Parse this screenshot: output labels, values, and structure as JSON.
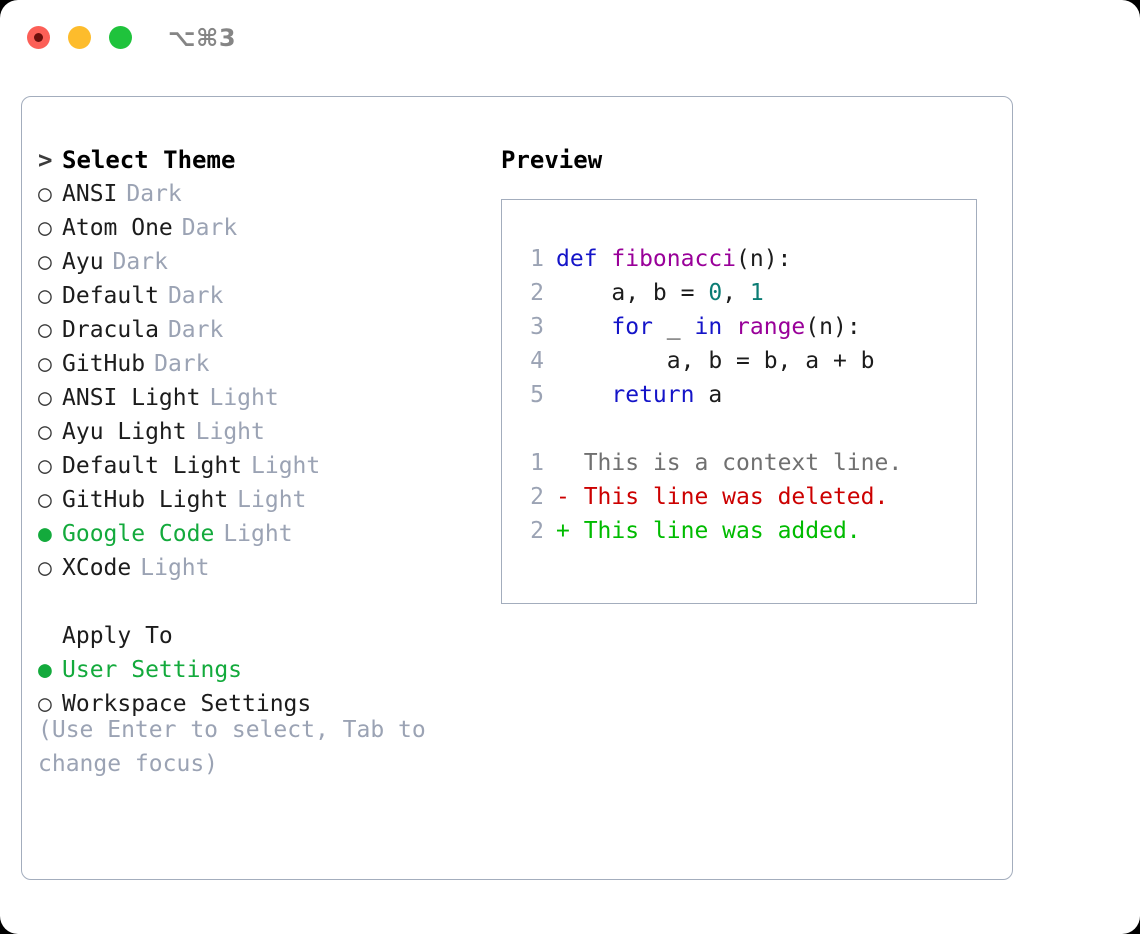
{
  "titlebar": {
    "shortcut": "⌥⌘3",
    "buttons": {
      "close": "close",
      "minimize": "minimize",
      "maximize": "maximize"
    }
  },
  "theme_picker": {
    "heading_prefix": ">",
    "heading": "Select Theme",
    "bullet_unselected": "○",
    "bullet_selected": "●",
    "items": [
      {
        "bullet": "○",
        "label": "ANSI",
        "variant": "Dark",
        "selected": false
      },
      {
        "bullet": "○",
        "label": "Atom One",
        "variant": "Dark",
        "selected": false
      },
      {
        "bullet": "○",
        "label": "Ayu",
        "variant": "Dark",
        "selected": false
      },
      {
        "bullet": "○",
        "label": "Default",
        "variant": "Dark",
        "selected": false
      },
      {
        "bullet": "○",
        "label": "Dracula",
        "variant": "Dark",
        "selected": false
      },
      {
        "bullet": "○",
        "label": "GitHub",
        "variant": "Dark",
        "selected": false
      },
      {
        "bullet": "○",
        "label": "ANSI Light",
        "variant": "Light",
        "selected": false
      },
      {
        "bullet": "○",
        "label": "Ayu Light",
        "variant": "Light",
        "selected": false
      },
      {
        "bullet": "○",
        "label": "Default Light",
        "variant": "Light",
        "selected": false
      },
      {
        "bullet": "○",
        "label": "GitHub Light",
        "variant": "Light",
        "selected": false
      },
      {
        "bullet": "●",
        "label": "Google Code",
        "variant": "Light",
        "selected": true
      },
      {
        "bullet": "○",
        "label": "XCode",
        "variant": "Light",
        "selected": false
      }
    ]
  },
  "apply_to": {
    "heading": "Apply To",
    "options": [
      {
        "bullet": "●",
        "label": "User Settings",
        "selected": true
      },
      {
        "bullet": "○",
        "label": "Workspace Settings",
        "selected": false
      }
    ]
  },
  "hint": "(Use Enter to select, Tab to change focus)",
  "preview": {
    "title": "Preview",
    "code_lines": [
      {
        "n": "1",
        "tokens": [
          {
            "t": "def ",
            "c": "kw"
          },
          {
            "t": "fibonacci",
            "c": "fn"
          },
          {
            "t": "(n):",
            "c": "pln"
          }
        ]
      },
      {
        "n": "2",
        "tokens": [
          {
            "t": "    a, b = ",
            "c": "pln"
          },
          {
            "t": "0",
            "c": "num"
          },
          {
            "t": ", ",
            "c": "pln"
          },
          {
            "t": "1",
            "c": "num"
          }
        ]
      },
      {
        "n": "3",
        "tokens": [
          {
            "t": "    ",
            "c": "pln"
          },
          {
            "t": "for",
            "c": "kw"
          },
          {
            "t": " _ ",
            "c": "pln"
          },
          {
            "t": "in",
            "c": "kw"
          },
          {
            "t": " ",
            "c": "pln"
          },
          {
            "t": "range",
            "c": "fn"
          },
          {
            "t": "(n):",
            "c": "pln"
          }
        ]
      },
      {
        "n": "4",
        "tokens": [
          {
            "t": "        a, b = b, a + b",
            "c": "pln"
          }
        ]
      },
      {
        "n": "5",
        "tokens": [
          {
            "t": "    ",
            "c": "pln"
          },
          {
            "t": "return",
            "c": "kw"
          },
          {
            "t": " a",
            "c": "pln"
          }
        ]
      }
    ],
    "diff_lines": [
      {
        "n": "1",
        "marker": " ",
        "text": " This is a context line.",
        "c": "ctx"
      },
      {
        "n": "2",
        "marker": "-",
        "text": " This line was deleted.",
        "c": "del"
      },
      {
        "n": "2",
        "marker": "+",
        "text": " This line was added.",
        "c": "add"
      }
    ]
  },
  "colors": {
    "accent_green": "#13aa3c",
    "muted": "#9ba3b4",
    "border": "#a3adbd",
    "keyword": "#1414c8",
    "function": "#990099",
    "number": "#0b7c74",
    "diff_delete": "#cc0000",
    "diff_add": "#00bb00"
  }
}
